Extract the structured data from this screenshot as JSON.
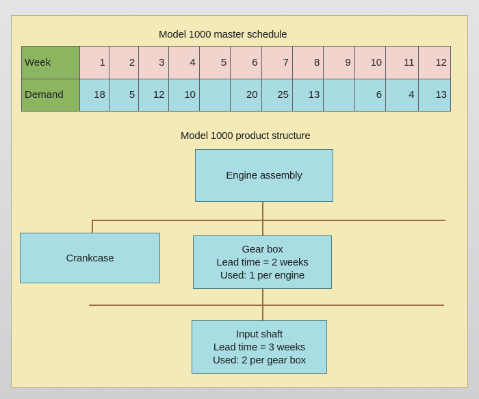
{
  "schedule": {
    "title": "Model 1000 master schedule",
    "week_label": "Week",
    "demand_label": "Demand",
    "weeks": [
      "1",
      "2",
      "3",
      "4",
      "5",
      "6",
      "7",
      "8",
      "9",
      "10",
      "11",
      "12"
    ],
    "demand": [
      "18",
      "5",
      "12",
      "10",
      "",
      "20",
      "25",
      "13",
      "",
      "6",
      "4",
      "13"
    ]
  },
  "structure": {
    "title": "Model 1000 product structure",
    "engine": {
      "name": "Engine assembly"
    },
    "crankcase": {
      "name": "Crankcase"
    },
    "gearbox": {
      "name": "Gear box",
      "lead_time": "Lead time = 2 weeks",
      "used": "Used: 1 per engine"
    },
    "input_shaft": {
      "name": "Input shaft",
      "lead_time": "Lead time = 3 weeks",
      "used": "Used: 2 per gear box"
    }
  },
  "colors": {
    "panel": "#f4eab8",
    "week_cells": "#f2d4cf",
    "demand_cells": "#a8dbe2",
    "row_labels": "#8cb561",
    "boxes": "#a9dde4",
    "connectors": "#9a6b47"
  }
}
